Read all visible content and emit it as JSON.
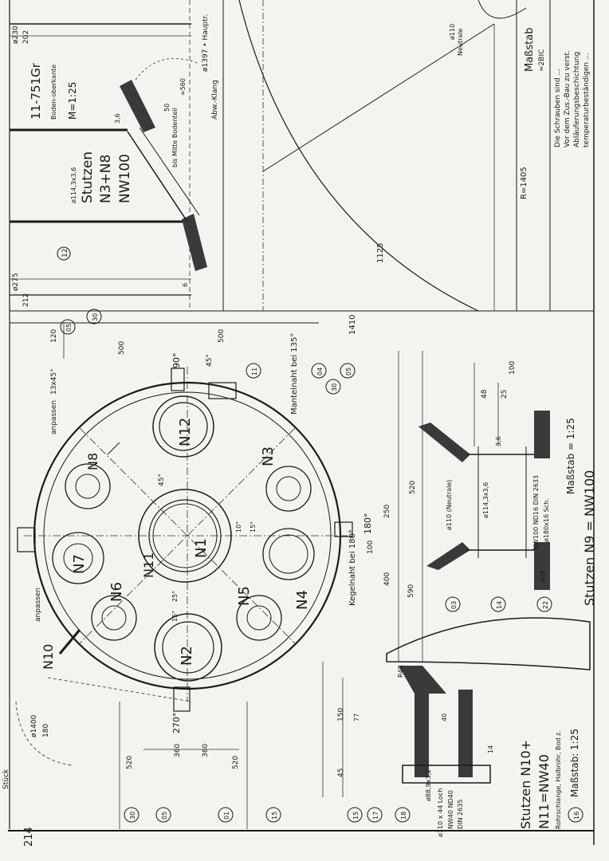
{
  "sheet": {
    "page_number": "214",
    "drawing_number": "11-751Gr",
    "notes_lines": [
      "Die Schrauben sind ...",
      "Vor dem Zus.-Bau zu verst.",
      "Abläuferungsbeschichtung",
      "temperaturbeständigen ..."
    ]
  },
  "top_detail": {
    "title": "Stutzen",
    "subtitle": "N3+N8",
    "nominal": "NW100",
    "scale": "M=1:25",
    "pipe_size": "ø114,3x3,6",
    "bottom_label": "Boden-oberkante",
    "item_ref": "12",
    "dims": [
      "202",
      "ø230",
      "212",
      "ø275",
      "3,6",
      "50",
      "≈560",
      "6"
    ],
    "note": "bis Mitte Bodenteil",
    "curve_label": "Abw.-Klang",
    "curve_radius_label": "ø1397 • Hauptr.",
    "radius_label": "R=1405",
    "mid_dim": "1125",
    "mid_dim2": "1410",
    "scale2": "Maßstab",
    "scale2_sub": "≈2BIC",
    "small_labels": [
      "ø110",
      "Neutrale"
    ]
  },
  "main_view": {
    "nozzles": [
      "N1",
      "N2",
      "N3",
      "N4",
      "N5",
      "N6",
      "N7",
      "N8",
      "N10",
      "N11",
      "N12"
    ],
    "angles": [
      "90°",
      "180°",
      "270°",
      "45°",
      "45°",
      "10°",
      "15°",
      "25°",
      "15°"
    ],
    "annotations": {
      "mantelnaht": "Mantelnaht bei 135°",
      "kegelnaht": "Kegelnaht bei 180°",
      "anpassen_top": "anpassen",
      "anpassen_bottom": "anpassen",
      "stueck": "Stück"
    },
    "dims_top": [
      "500",
      "500",
      "520",
      "250",
      "100",
      "400",
      "590"
    ],
    "dims_bottom": [
      "360",
      "360",
      "520",
      "520",
      "180",
      "ø1400"
    ],
    "chamfer": "13x45°",
    "chamfer_dim": "120",
    "item_refs": [
      "05",
      "30",
      "11",
      "04",
      "30",
      "05",
      "03",
      "14",
      "22",
      "30",
      "05",
      "01",
      "15",
      "15",
      "17",
      "18",
      "16"
    ]
  },
  "right_detail": {
    "title": "Stutzen N9 = NW100",
    "scale": "Maßstab = 1:25",
    "dims": [
      "100",
      "48",
      "25",
      "3,6"
    ],
    "pipe_label": "ø114,3x3,6",
    "flange_label": "NW100 ND16 DIN 2633",
    "flange_sub": "ø180x16 Sch.",
    "neutral_label": "ø110 (Neutrale)",
    "bolt": "ø18"
  },
  "left_detail": {
    "title": "Stutzen N10+",
    "subtitle": "N11=NW40",
    "scale": "Maßstab: 1:25",
    "note": "Rohrschlange, Halbrohr, Bod z.",
    "dims": [
      "150",
      "45",
      "77",
      "40",
      "14"
    ],
    "small_notes": [
      "ø88,9x3,2",
      "ø110 x 44 Loch",
      "NW40 ND40",
      "DIN 2635",
      "R40"
    ]
  }
}
